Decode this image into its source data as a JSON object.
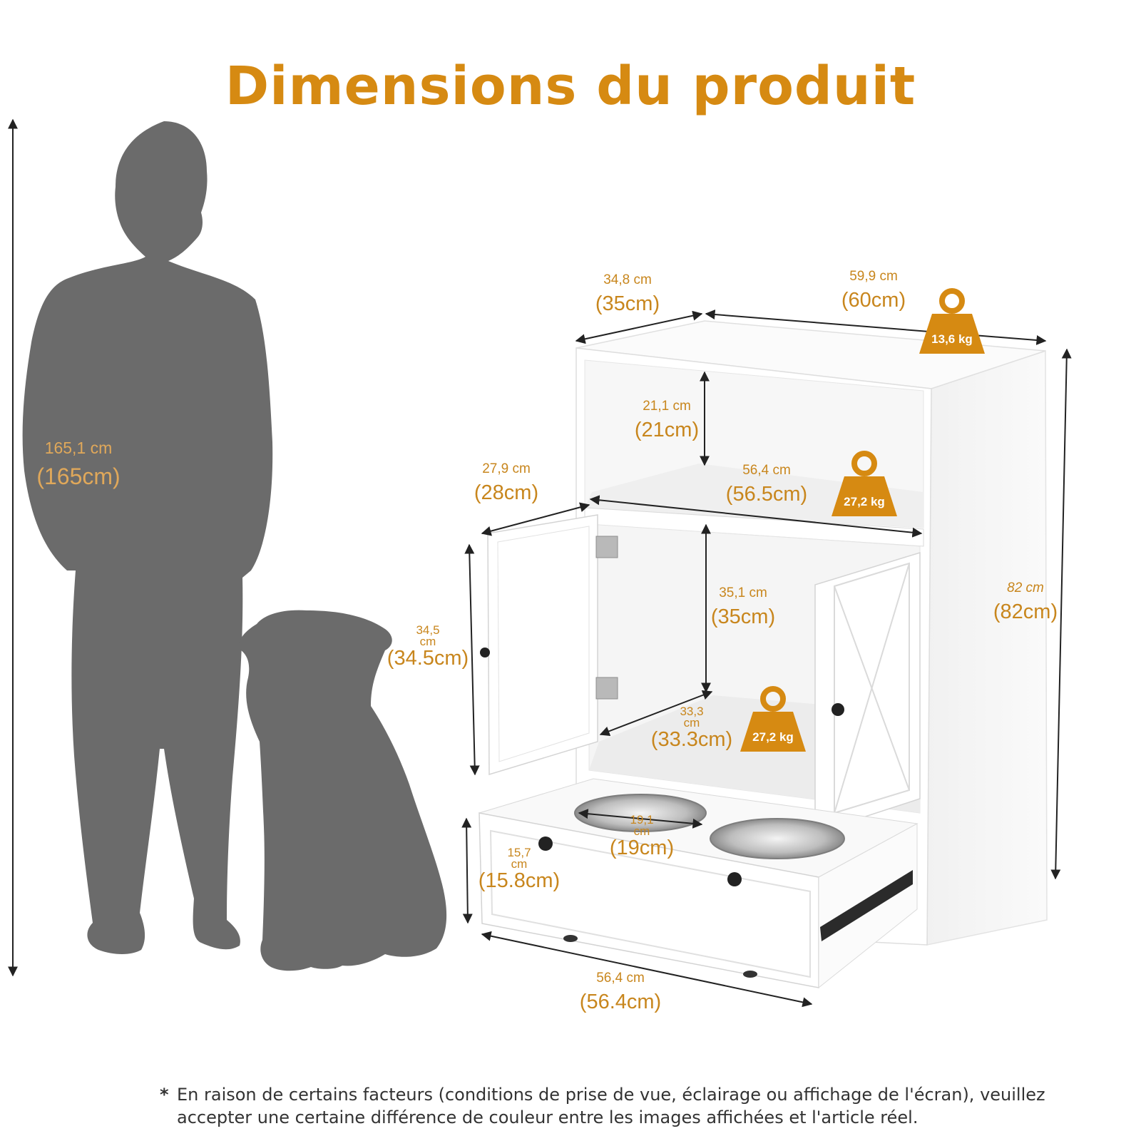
{
  "title": "Dimensions du produit",
  "colors": {
    "accent": "#d68a12",
    "silhouette": "#6b6b6b",
    "cabinet": "#ffffff",
    "line": "#222222"
  },
  "dimensions": {
    "person_height": {
      "cm": "165,1 cm",
      "round": "(165cm)"
    },
    "cabinet_depth": {
      "cm": "34,8 cm",
      "round": "(35cm)"
    },
    "cabinet_width": {
      "cm": "59,9 cm",
      "round": "(60cm)"
    },
    "cabinet_height": {
      "cm": "82 cm",
      "round": "(82cm)"
    },
    "top_shelf_height": {
      "cm": "21,1 cm",
      "round": "(21cm)"
    },
    "shelf_width": {
      "cm": "56,4 cm",
      "round": "(56.5cm)"
    },
    "door_width": {
      "cm": "27,9 cm",
      "round": "(28cm)"
    },
    "door_height": {
      "cm": "34,5 cm",
      "round": "(34.5cm)"
    },
    "inner_height": {
      "cm": "35,1 cm",
      "round": "(35cm)"
    },
    "inner_depth": {
      "cm": "33,3 cm",
      "round": "(33.3cm)"
    },
    "bowl_diameter": {
      "cm": "19,1 cm",
      "round": "(19cm)"
    },
    "drawer_height": {
      "cm": "15,7 cm",
      "round": "(15.8cm)"
    },
    "drawer_width": {
      "cm": "56,4 cm",
      "round": "(56.4cm)"
    }
  },
  "weights": {
    "top": "13,6 kg",
    "shelf": "27,2 kg",
    "inner": "27,2 kg"
  },
  "icons": [
    "weight-icon",
    "person-silhouette",
    "dog-silhouette",
    "cabinet-illustration"
  ],
  "note": {
    "marker": "*",
    "text": "En raison de certains facteurs (conditions de prise de vue, éclairage ou affichage de l'écran), veuillez accepter une certaine différence de couleur entre les images affichées et l'article réel."
  }
}
